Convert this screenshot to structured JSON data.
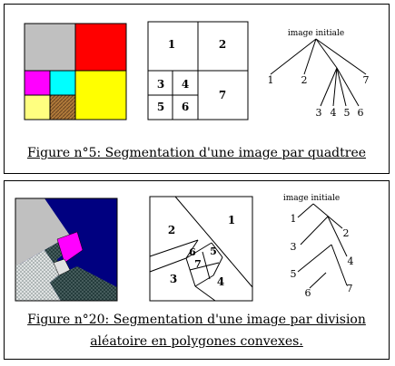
{
  "figure1": {
    "caption": "Figure n°5: Segmentation d'une image par quadtree",
    "segments": [
      "1",
      "2",
      "3",
      "4",
      "5",
      "6",
      "7"
    ],
    "tree": {
      "root": "image initiale",
      "level1": [
        "1",
        "2",
        "7"
      ],
      "level2": [
        "3",
        "4",
        "5",
        "6"
      ]
    },
    "colors": {
      "gray": "#c0c0c0",
      "red": "#ff0000",
      "magenta": "#ff00ff",
      "cyan": "#00ffff",
      "yellow": "#ffff00",
      "light_yellow": "#ffff80",
      "brown": "#b07a3a"
    }
  },
  "figure2": {
    "caption_line1": "Figure n°20: Segmentation d'une image par division",
    "caption_line2": "aléatoire en polygones convexes.",
    "segments": [
      "1",
      "2",
      "3",
      "4",
      "5",
      "6",
      "7"
    ],
    "tree": {
      "root": "image initiale",
      "nodes": [
        "1",
        "2",
        "3",
        "4",
        "5",
        "6",
        "7"
      ]
    },
    "colors": {
      "navy": "#000080",
      "gray": "#c0c0c0",
      "magenta": "#ff00ff",
      "dark_slate": "#203838",
      "light": "#e0e0e0"
    }
  }
}
